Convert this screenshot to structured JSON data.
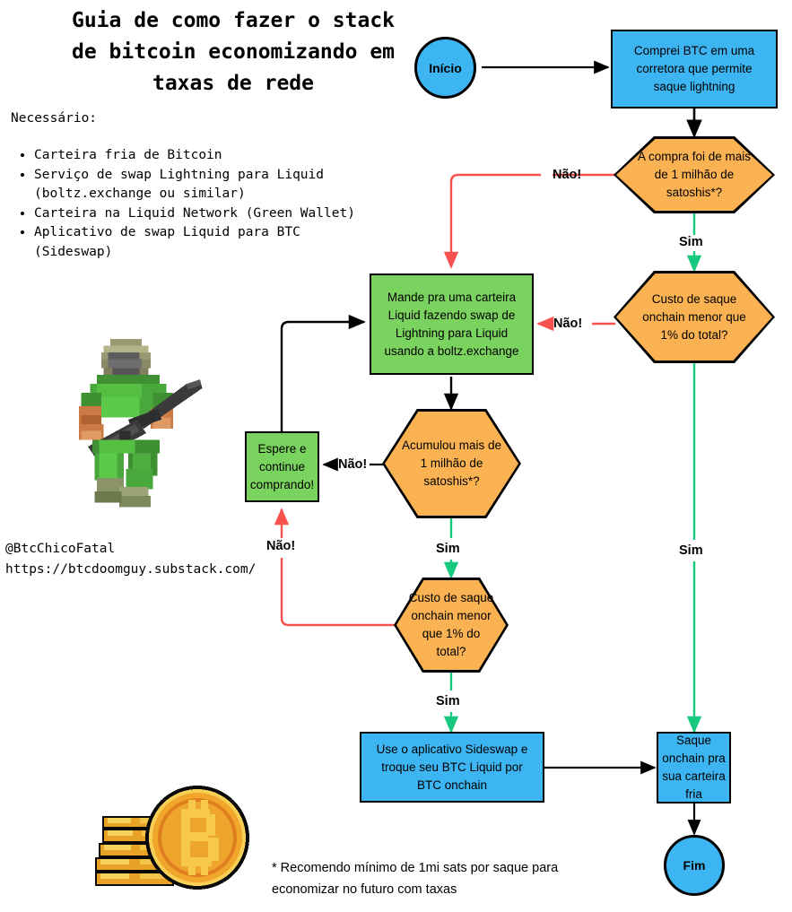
{
  "title": "Guia de como fazer o stack de bitcoin economizando em taxas de rede",
  "needed": {
    "label": "Necessário:",
    "items": [
      "Carteira fria de Bitcoin",
      "Serviço de swap Lightning para Liquid (boltz.exchange ou similar)",
      "Carteira na Liquid Network (Green Wallet)",
      "Aplicativo de swap Liquid para BTC (Sideswap)"
    ]
  },
  "credits": {
    "handle": "@BtcChicoFatal",
    "url": "https://btcdoomguy.substack.com/"
  },
  "footnote": "* Recomendo mínimo de 1mi sats por saque para economizar no futuro com taxas",
  "colors": {
    "blue": "#3db5f2",
    "orange": "#fbb252",
    "green": "#7ad35f",
    "red_arrow": "#f9524e",
    "green_arrow": "#16c97f",
    "black": "#000000",
    "white": "#ffffff"
  },
  "nodes": {
    "start": "Início",
    "buy_btc": "Comprei BTC em uma corretora que permite saque lightning",
    "decision_purchase": "A compra foi de mais de 1 milhão de satoshis*?",
    "decision_cost_top": "Custo de saque onchain menor que 1% do total?",
    "send_liquid": "Mande pra uma carteira Liquid fazendo swap de Lightning para Liquid usando a boltz.exchange",
    "decision_accum": "Acumulou mais de 1 milhão de satoshis*?",
    "wait_buy": "Espere e continue comprando!",
    "decision_cost_bottom": "Custo de saque onchain menor que 1% do total?",
    "use_sideswap": "Use o aplicativo Sideswap e troque seu BTC Liquid por BTC onchain",
    "withdraw_cold": "Saque onchain pra sua carteira fria",
    "end": "Fim"
  },
  "edge_labels": {
    "nao_purchase": "Não!",
    "sim_purchase": "Sim",
    "nao_cost_top": "Não!",
    "sim_cost_top": "Sim",
    "nao_accum": "Não!",
    "sim_accum": "Sim",
    "nao_cost_bottom": "Não!",
    "sim_cost_bottom": "Sim"
  },
  "graphics": {
    "doomguy": "doom-marine-sprite",
    "bitcoin_coins": "bitcoin-coin-stack-sprite"
  }
}
